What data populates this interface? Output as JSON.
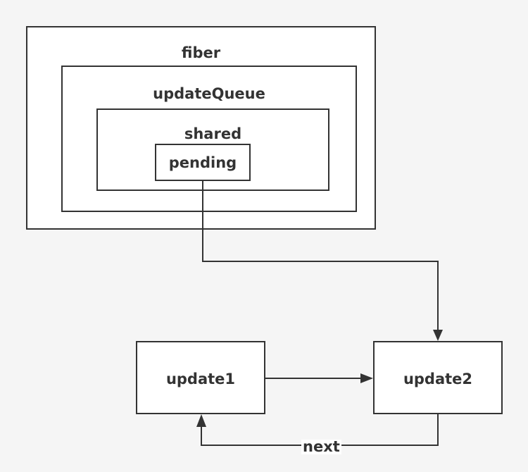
{
  "diagram": {
    "nodes": {
      "fiber": "fiber",
      "update_queue": "updateQueue",
      "shared": "shared",
      "pending": "pending",
      "update1": "update1",
      "update2": "update2"
    },
    "edges": [
      {
        "from": "pending",
        "to": "update2",
        "label": ""
      },
      {
        "from": "update1",
        "to": "update2",
        "label": ""
      },
      {
        "from": "update2",
        "to": "update1",
        "label": "next"
      }
    ],
    "edge_labels": {
      "next": "next"
    },
    "colors": {
      "stroke": "#333333",
      "background": "#f5f5f5",
      "box_fill": "#ffffff"
    }
  }
}
